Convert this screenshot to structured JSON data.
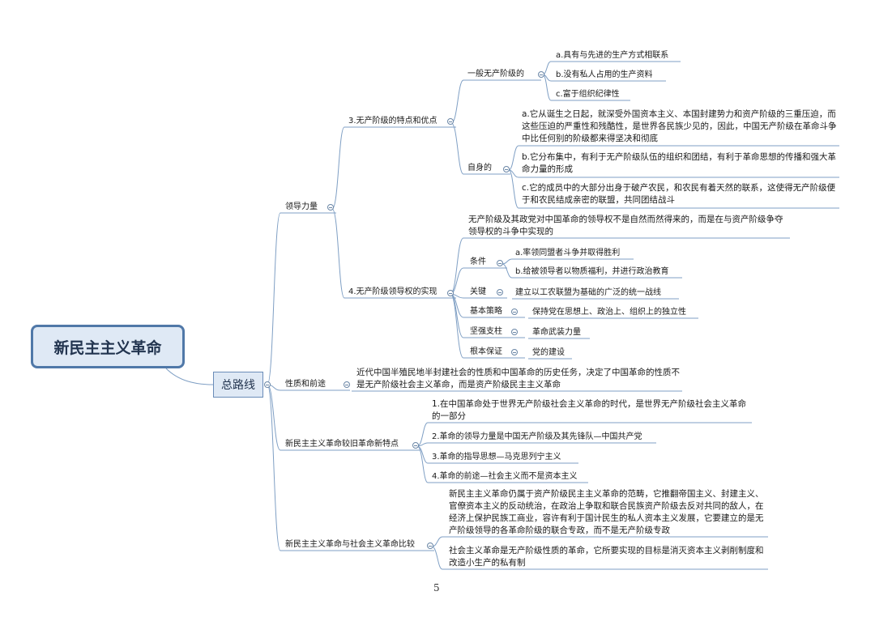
{
  "root": "新民主主义革命",
  "main": "总路线",
  "page_number": "5",
  "branches": {
    "leadership": {
      "label": "领导力量",
      "features": {
        "label": "3.无产阶级的特点和优点",
        "general": {
          "label": "一般无产阶级的",
          "items": [
            "a.具有与先进的生产方式相联系",
            "b.没有私人占用的生产资料",
            "c.富于组织纪律性"
          ]
        },
        "own": {
          "label": "自身的",
          "items": [
            "a.它从诞生之日起，就深受外国资本主义、本国封建势力和资产阶级的三重压迫，而这些压迫的严重性和残酷性，是世界各民族少见的，因此，中国无产阶级在革命斗争中比任何别的阶级都来得坚决和彻底",
            "b.它分布集中，有利于无产阶级队伍的组织和团结，有利于革命思想的传播和强大革命力量的形成",
            "c.它的成员中的大部分出身于破产农民，和农民有着天然的联系，这使得无产阶级便于和农民结成亲密的联盟，共同团结战斗"
          ]
        }
      },
      "realization": {
        "label": "4.无产阶级领导权的实现",
        "intro": "无产阶级及其政党对中国革命的领导权不是自然而然得来的，而是在与资产阶级争夺领导权的斗争中实现的",
        "conditions": {
          "label": "条件",
          "items": [
            "a.率领同盟者斗争并取得胜利",
            "b.给被领导者以物质福利，并进行政治教育"
          ]
        },
        "key": {
          "label": "关键",
          "text": "建立以工农联盟为基础的广泛的统一战线"
        },
        "strategy": {
          "label": "基本策略",
          "text": "保持党在思想上、政治上、组织上的独立性"
        },
        "pillar": {
          "label": "坚强支柱",
          "text": "革命武装力量"
        },
        "guarantee": {
          "label": "根本保证",
          "text": "党的建设"
        }
      }
    },
    "nature": {
      "label": "性质和前途",
      "text": "近代中国半殖民地半封建社会的性质和中国革命的历史任务，决定了中国革命的性质不是无产阶级社会主义革命，而是资产阶级民主主义革命"
    },
    "new_features": {
      "label": "新民主主义革命较旧革命新特点",
      "items": [
        "1.在中国革命处于世界无产阶级社会主义革命的时代，是世界无产阶级社会主义革命的一部分",
        "2.革命的领导力量是中国无产阶级及其先锋队—中国共产党",
        "3.革命的指导思想—马克思列宁主义",
        "4.革命的前途—社会主义而不是资本主义"
      ]
    },
    "comparison": {
      "label": "新民主主义革命与社会主义革命比较",
      "items": [
        "新民主主义革命仍属于资产阶级民主主义革命的范畴，它推翻帝国主义、封建主义、官僚资本主义的反动统治，在政治上争取和联合民族资产阶级去反对共同的敌人，在经济上保护民族工商业，容许有利于国计民生的私人资本主义发展，它要建立的是无产阶级领导的各革命阶级的联合专政，而不是无产阶级专政",
        "社会主义革命是无产阶级性质的革命，它所要实现的目标是消灭资本主义剥削制度和改造小生产的私有制"
      ]
    }
  }
}
